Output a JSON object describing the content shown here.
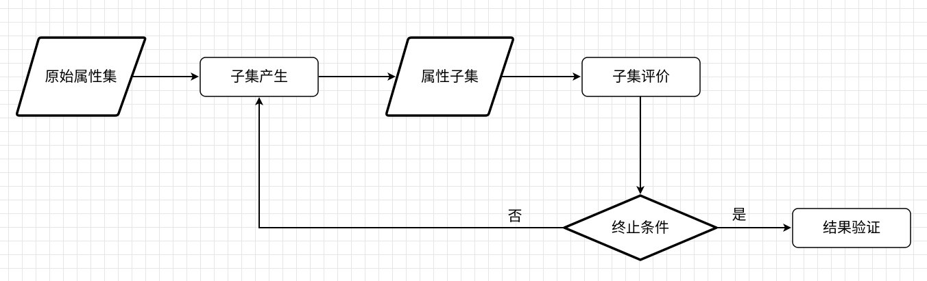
{
  "diagram": {
    "nodes": {
      "original_attribute_set": {
        "label": "原始属性集",
        "shape": "parallelogram"
      },
      "subset_generation": {
        "label": "子集产生",
        "shape": "rounded-rectangle"
      },
      "attribute_subset": {
        "label": "属性子集",
        "shape": "parallelogram"
      },
      "subset_evaluation": {
        "label": "子集评价",
        "shape": "rounded-rectangle"
      },
      "stop_condition": {
        "label": "终止条件",
        "shape": "diamond"
      },
      "result_validation": {
        "label": "结果验证",
        "shape": "rounded-rectangle"
      }
    },
    "edges": {
      "no": {
        "label": "否"
      },
      "yes": {
        "label": "是"
      }
    },
    "colors": {
      "stroke": "#000000",
      "fill": "#ffffff",
      "grid": "#e6e6e6"
    }
  }
}
